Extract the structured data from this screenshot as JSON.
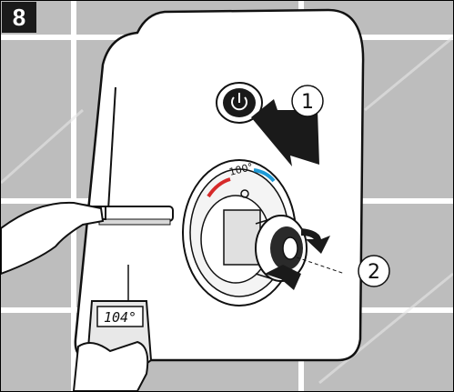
{
  "step": {
    "number": "8"
  },
  "callouts": [
    {
      "id": "1",
      "label": "1"
    },
    {
      "id": "2",
      "label": "2"
    }
  ],
  "dial": {
    "scale_label": "100°"
  },
  "thermometer": {
    "reading": "104°"
  }
}
